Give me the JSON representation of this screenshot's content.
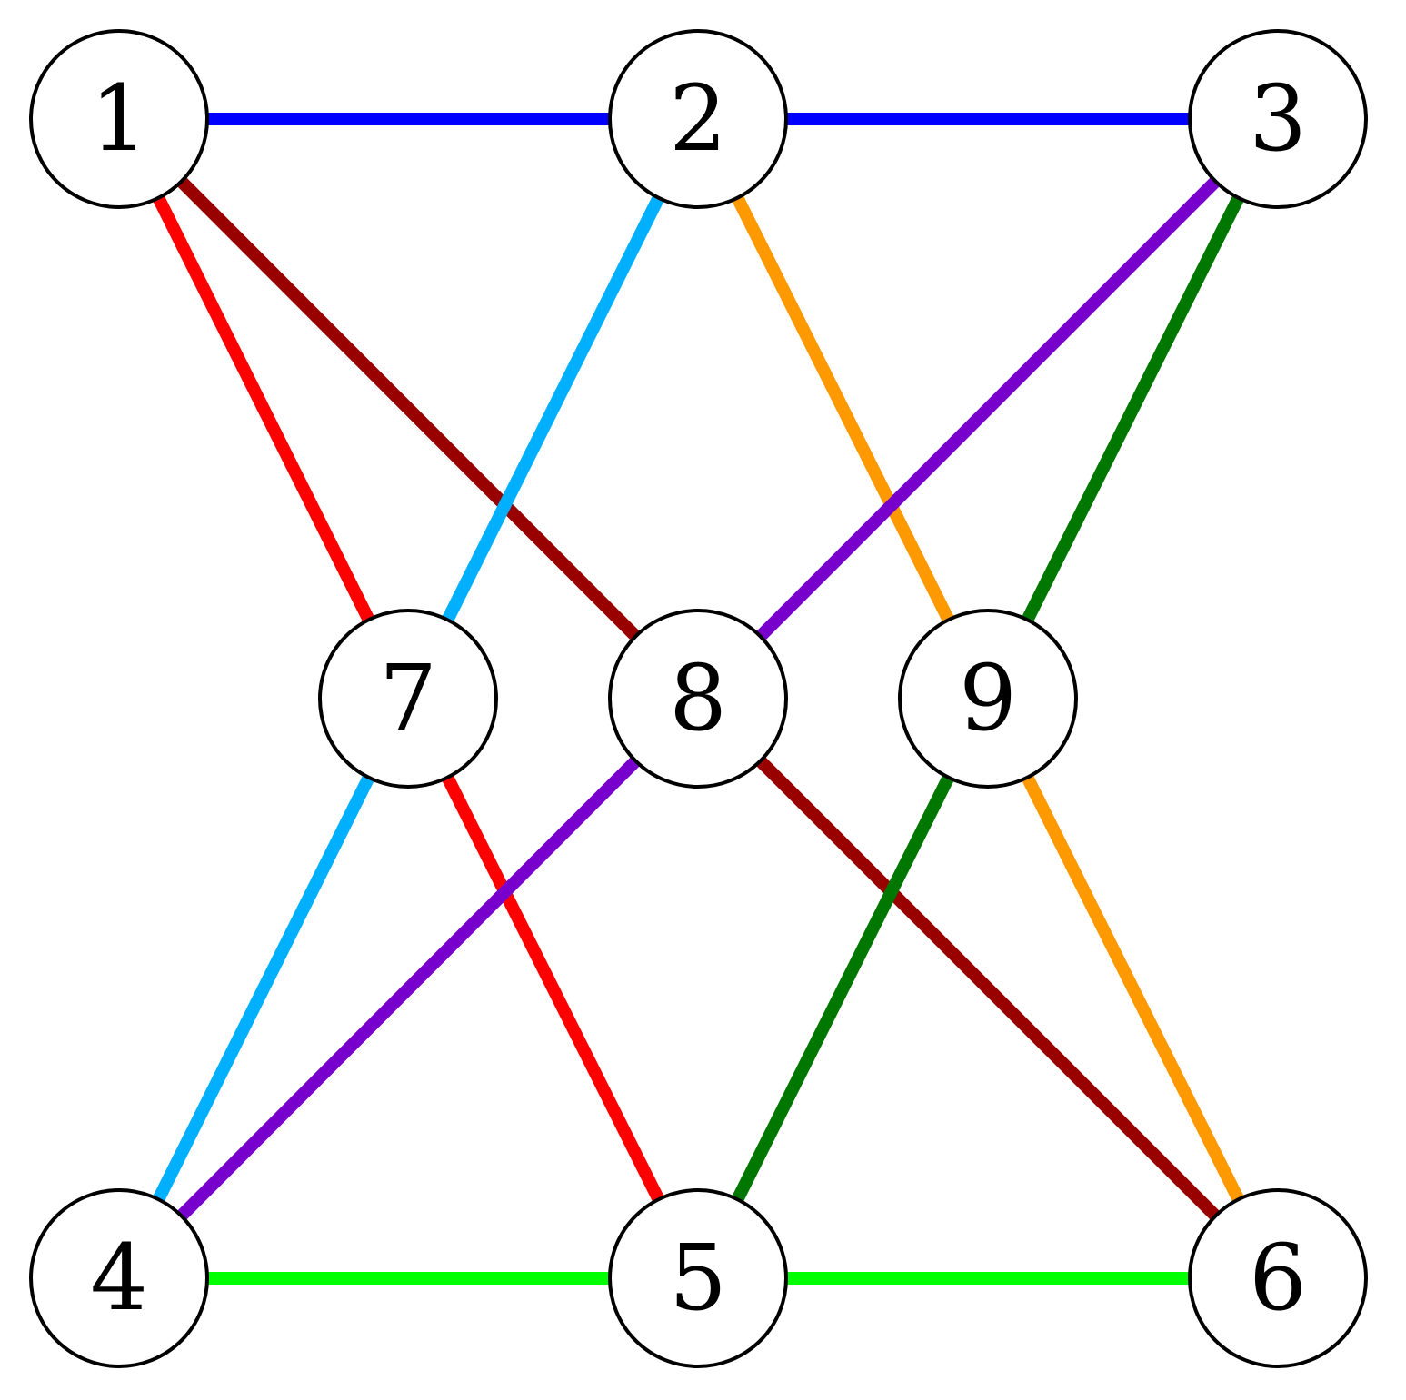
{
  "nodes": [
    {
      "id": "1",
      "label": "1"
    },
    {
      "id": "2",
      "label": "2"
    },
    {
      "id": "3",
      "label": "3"
    },
    {
      "id": "4",
      "label": "4"
    },
    {
      "id": "5",
      "label": "5"
    },
    {
      "id": "6",
      "label": "6"
    },
    {
      "id": "7",
      "label": "7"
    },
    {
      "id": "8",
      "label": "8"
    },
    {
      "id": "9",
      "label": "9"
    }
  ],
  "edges": [
    {
      "from": "1",
      "to": "2",
      "color": "#0000ff"
    },
    {
      "from": "2",
      "to": "3",
      "color": "#0000ff"
    },
    {
      "from": "4",
      "to": "5",
      "color": "#00ff00"
    },
    {
      "from": "5",
      "to": "6",
      "color": "#00ff00"
    },
    {
      "from": "1",
      "to": "7",
      "color": "#ff0000"
    },
    {
      "from": "7",
      "to": "5",
      "color": "#ff0000"
    },
    {
      "from": "1",
      "to": "8",
      "color": "#990000"
    },
    {
      "from": "8",
      "to": "6",
      "color": "#990000"
    },
    {
      "from": "2",
      "to": "7",
      "color": "#00b0ff"
    },
    {
      "from": "7",
      "to": "4",
      "color": "#00b0ff"
    },
    {
      "from": "2",
      "to": "9",
      "color": "#ff9900"
    },
    {
      "from": "9",
      "to": "6",
      "color": "#ff9900"
    },
    {
      "from": "3",
      "to": "8",
      "color": "#7700cc"
    },
    {
      "from": "8",
      "to": "4",
      "color": "#7700cc"
    },
    {
      "from": "3",
      "to": "9",
      "color": "#007700"
    },
    {
      "from": "9",
      "to": "5",
      "color": "#007700"
    }
  ]
}
